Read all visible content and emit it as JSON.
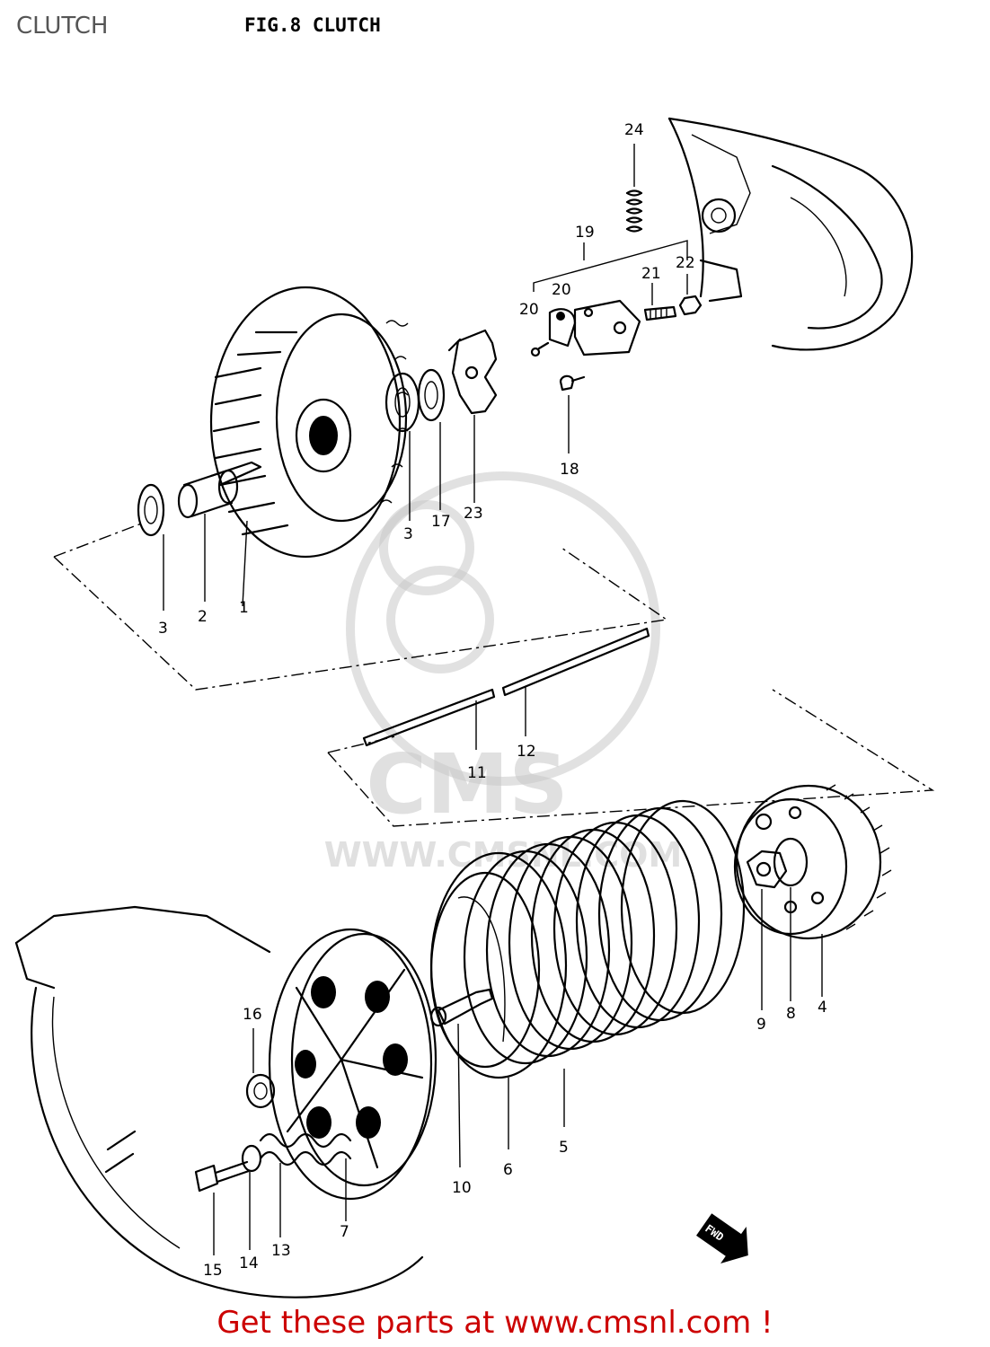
{
  "page": {
    "header_title": "CLUTCH",
    "figure_title": "FIG.8  CLUTCH",
    "footer_link": "Get these parts at www.cmsnl.com !",
    "watermark_text": "CMS",
    "watermark_url": "WWW.CMSNL.COM",
    "fwd_marker": "FWD"
  },
  "callouts": [
    "24",
    "19",
    "21",
    "22",
    "20",
    "20",
    "18",
    "23",
    "17",
    "3",
    "3",
    "2",
    "1",
    "11",
    "12",
    "16",
    "9",
    "8",
    "4",
    "10",
    "6",
    "5",
    "7",
    "15",
    "14",
    "13"
  ],
  "colors": {
    "footer_link": "#cc0000",
    "line": "#000000",
    "watermark": "#c8c8c8"
  }
}
